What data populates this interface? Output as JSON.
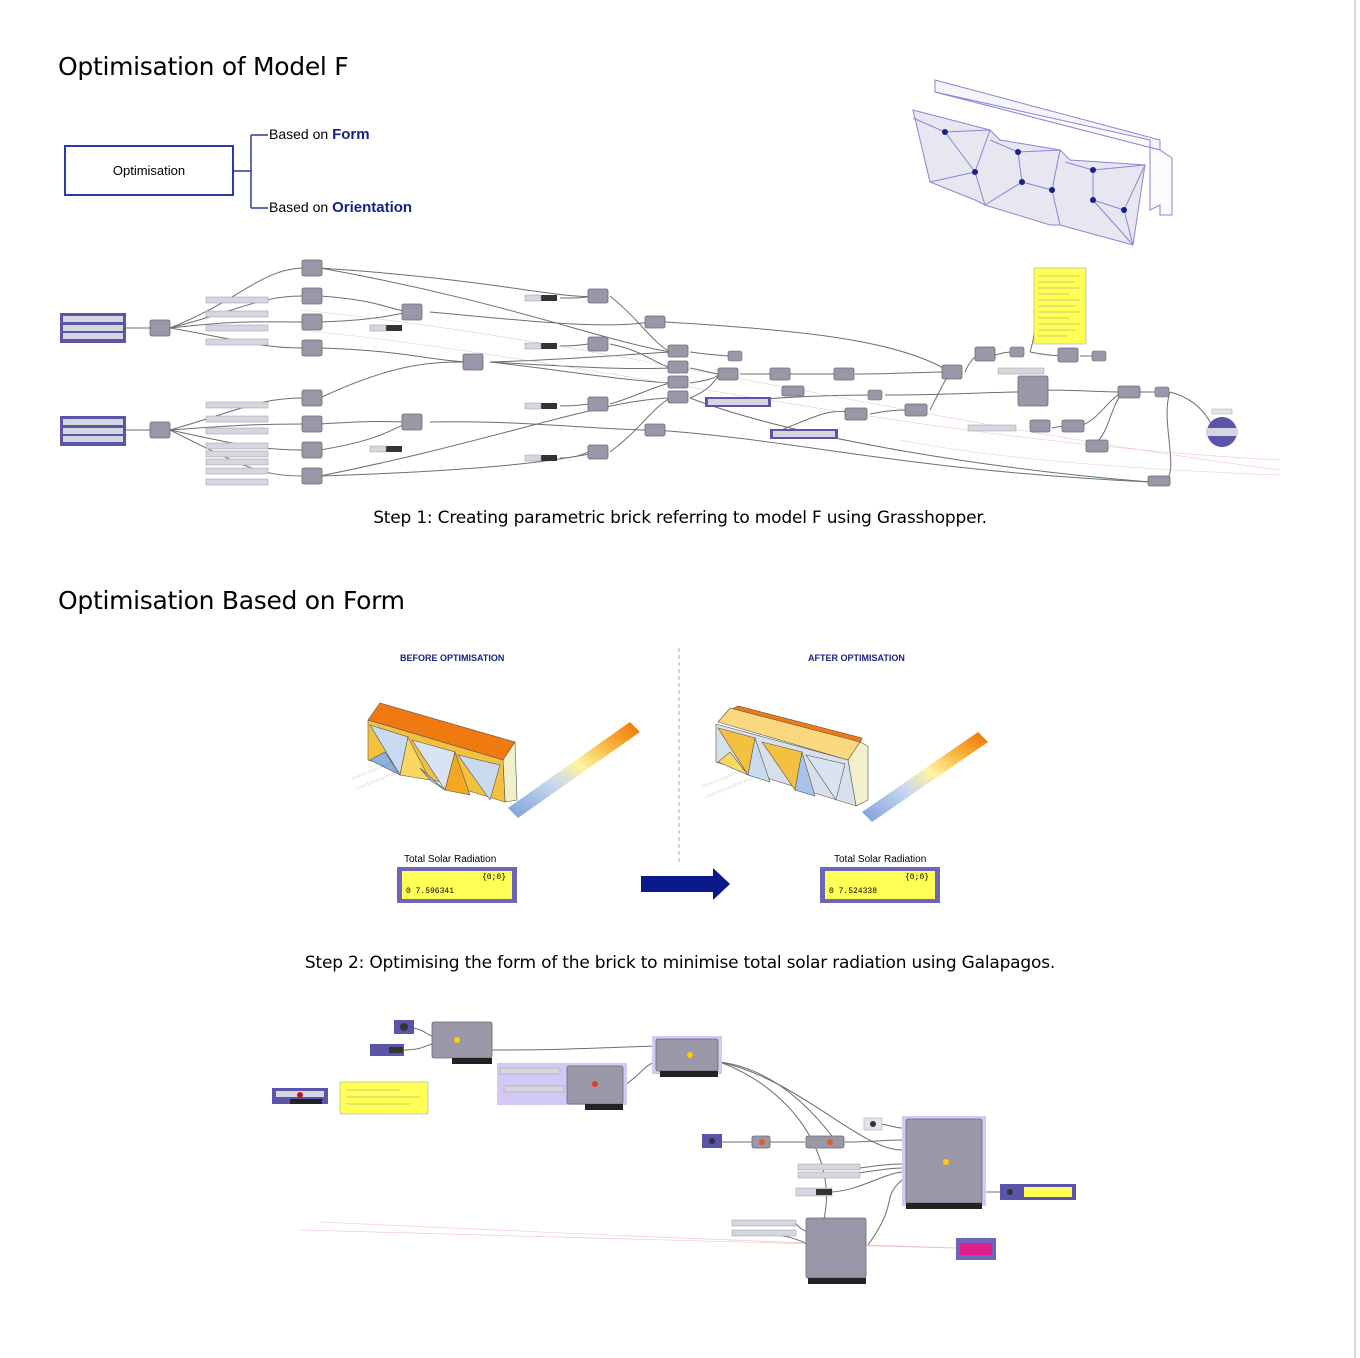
{
  "page_title": "Optimisation of Model F",
  "tree": {
    "root": "Optimisation",
    "branch_form_prefix": "Based on ",
    "branch_form_key": "Form",
    "branch_orient_prefix": "Based on ",
    "branch_orient_key": "Orientation"
  },
  "step1_caption": "Step 1: Creating parametric brick referring to model F using Grasshopper.",
  "section2_title": "Optimisation Based on Form",
  "before": {
    "title": "BEFORE OPTIMISATION",
    "label": "Total Solar Radiation",
    "path": "{0;0}",
    "value": "0 7.596341"
  },
  "after": {
    "title": "AFTER OPTIMISATION",
    "label": "Total Solar Radiation",
    "path": "{0;0}",
    "value": "0 7.524338"
  },
  "step2_caption": "Step 2: Optimising the form of the brick to minimise total solar radiation using Galapagos.",
  "colors": {
    "accent": "#16228a",
    "box_border": "#2b3aa0",
    "arrow": "#0a1a8a",
    "panel_yellow": "#ffff55",
    "param_purple": "#6b66b8",
    "node_grey": "#9a98a8",
    "gradient_warm": "#f07000",
    "gradient_cool": "#7c9fd8",
    "magenta": "#e0208a"
  }
}
